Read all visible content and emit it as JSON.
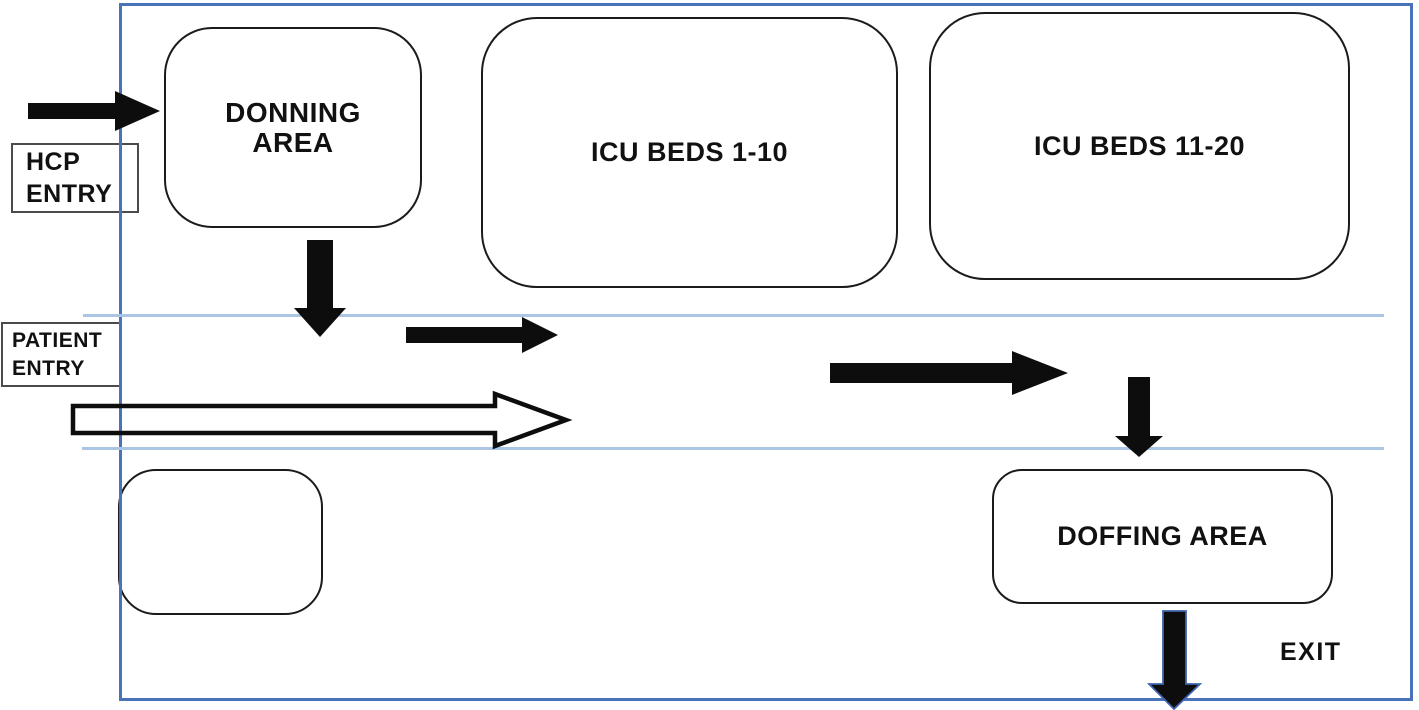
{
  "figure": {
    "type": "icu-layout-diagram",
    "rooms": {
      "donning": {
        "label_line1": "DONNING",
        "label_line2": "AREA"
      },
      "icu_beds_1_10": {
        "label": "ICU BEDS 1-10"
      },
      "icu_beds_11_20": {
        "label": "ICU BEDS 11-20"
      },
      "doffing": {
        "label": "DOFFING AREA"
      },
      "empty_room": {
        "label": ""
      }
    },
    "entries": {
      "hcp": {
        "line1": "HCP",
        "line2": "ENTRY"
      },
      "patient": {
        "line1": "PATIENT",
        "line2": "ENTRY"
      }
    },
    "exit_label": "EXIT",
    "arrows": [
      {
        "name": "hcp-entry-arrow",
        "style": "solid",
        "direction": "right"
      },
      {
        "name": "donning-to-lane-arrow",
        "style": "solid",
        "direction": "down"
      },
      {
        "name": "lane-left-flow-arrow",
        "style": "solid",
        "direction": "right"
      },
      {
        "name": "patient-entry-arrow",
        "style": "outline",
        "direction": "right"
      },
      {
        "name": "lane-right-flow-arrow",
        "style": "solid",
        "direction": "right"
      },
      {
        "name": "lane-to-doffing-arrow",
        "style": "solid",
        "direction": "down"
      },
      {
        "name": "doffing-to-exit-arrow",
        "style": "solid",
        "direction": "down"
      }
    ],
    "colors": {
      "outer_border_blue": "#4a72b8",
      "lane_line_blue": "#abc5e4",
      "box_border_black": "#1b1b1b",
      "arrow_black": "#0d0d0d",
      "background": "#ffffff"
    }
  }
}
